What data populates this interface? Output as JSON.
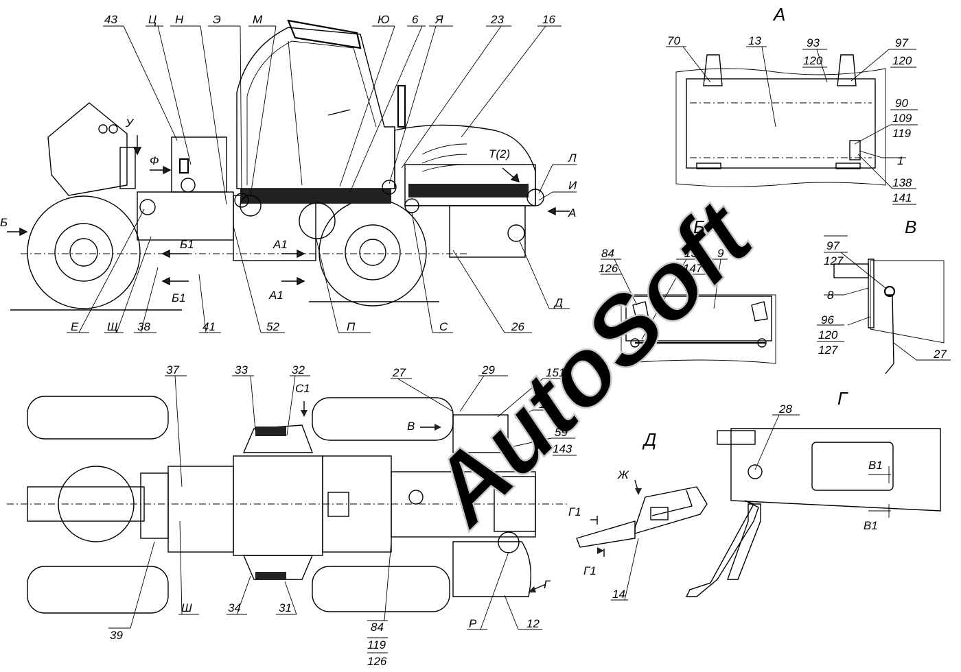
{
  "watermark": "AutoSoft",
  "view_titles": [
    "А",
    "Б",
    "В",
    "Г",
    "Д"
  ],
  "side_view": {
    "top_labels": [
      "43",
      "Ц",
      "Н",
      "Э",
      "М",
      "Ю",
      "6",
      "Я",
      "23",
      "16"
    ],
    "bottom_labels": [
      "Е",
      "Щ",
      "38",
      "41",
      "52",
      "П",
      "С",
      "26",
      "Д"
    ],
    "other_labels": [
      "У",
      "Ф",
      "Б",
      "Б1",
      "Б1",
      "А1",
      "А1",
      "Т(2)",
      "Л",
      "И",
      "А"
    ]
  },
  "plan_view": {
    "labels": [
      "37",
      "33",
      "32",
      "С1",
      "27",
      "29",
      "151",
      "11",
      "В",
      "59",
      "143",
      "39",
      "Ш",
      "34",
      "31",
      "84",
      "119",
      "126",
      "Р",
      "12",
      "Г"
    ]
  },
  "view_a": {
    "labels": [
      "70",
      "13",
      "93",
      "120",
      "97",
      "120",
      "90",
      "109",
      "119",
      "1",
      "138",
      "141"
    ]
  },
  "view_b": {
    "labels": [
      "84",
      "126",
      "135",
      "147",
      "9"
    ]
  },
  "view_v": {
    "labels": [
      "97",
      "127",
      "8",
      "96",
      "120",
      "127",
      "27"
    ]
  },
  "view_g": {
    "labels": [
      "28",
      "В1",
      "В1"
    ]
  },
  "view_d": {
    "labels": [
      "Ж",
      "Г1",
      "Г1",
      "14"
    ]
  }
}
